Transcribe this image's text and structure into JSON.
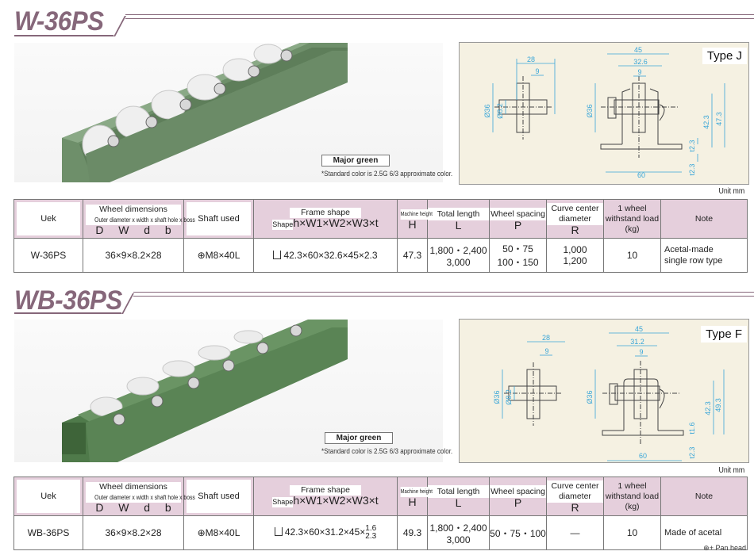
{
  "sections": [
    {
      "title": "W-36PS",
      "color_label": "Major green",
      "color_note": "*Standard color is 2.5G 6/3 approximate color.",
      "drawing": {
        "type_label": "Type J",
        "left_view": {
          "width": "28",
          "wheel_width": "9",
          "outer_dia": "Ø36",
          "shaft_hole": "Ø8.2"
        },
        "right_view": {
          "w3": "45",
          "w2": "32.6",
          "wheel_width": "9",
          "outer_dia": "Ø36",
          "h": "42.3",
          "H": "47.3",
          "t_top": "t2.3",
          "t_bottom": "t2.3",
          "w1": "60"
        }
      },
      "unit": "Unit mm",
      "table": {
        "headers": {
          "model": "Uek",
          "wheel_dim_title": "Wheel dimensions",
          "wheel_dim_sub": "Outer diameter x width x shaft hole x boss",
          "wheel_dim_symbols": [
            "D",
            "W",
            "d",
            "b"
          ],
          "shaft": "Shaft used",
          "frame_title": "Frame shape",
          "frame_shape_label": "Shape",
          "frame_formula": "h×W1×W2×W3×t",
          "machine_height": "Machine height",
          "machine_height_sym": "H",
          "total_length": "Total length",
          "total_length_sym": "L",
          "wheel_spacing": "Wheel spacing",
          "wheel_spacing_sym": "P",
          "curve_title": "Curve center diameter",
          "curve_sym": "R",
          "load": "1 wheel withstand load (kg)",
          "note": "Note"
        },
        "row": {
          "model": "W-36PS",
          "wheel_dims": "36×9×8.2×28",
          "shaft": "⊕M8×40L",
          "frame": "42.3×60×32.6×45×2.3",
          "frame_t_alt": "",
          "height": "47.3",
          "length_1": "1,800・2,400",
          "length_2": "3,000",
          "spacing_1": "50・75",
          "spacing_2": "100・150",
          "curve_1": "1,000",
          "curve_2": "1,200",
          "load": "10",
          "note_1": "Acetal-made",
          "note_2": "single row type"
        }
      }
    },
    {
      "title": "WB-36PS",
      "color_label": "Major green",
      "color_note": "*Standard color is 2.5G 6/3 approximate color.",
      "drawing": {
        "type_label": "Type F",
        "left_view": {
          "width": "28",
          "wheel_width": "9",
          "outer_dia": "Ø36",
          "shaft_hole": "Ø8.2"
        },
        "right_view": {
          "w3": "45",
          "w2": "31.2",
          "wheel_width": "9",
          "outer_dia": "Ø36",
          "h": "42.3",
          "H": "49.3",
          "t_top": "t1.6",
          "t_bottom": "t2.3",
          "w1": "60"
        }
      },
      "unit": "Unit mm",
      "table": {
        "headers": {
          "model": "Uek",
          "wheel_dim_title": "Wheel dimensions",
          "wheel_dim_sub": "Outer diameter x width x shaft hole x boss",
          "wheel_dim_symbols": [
            "D",
            "W",
            "d",
            "b"
          ],
          "shaft": "Shaft used",
          "frame_title": "Frame shape",
          "frame_shape_label": "Shape",
          "frame_formula": "h×W1×W2×W3×t",
          "machine_height": "Machine height",
          "machine_height_sym": "H",
          "total_length": "Total length",
          "total_length_sym": "L",
          "wheel_spacing": "Wheel spacing",
          "wheel_spacing_sym": "P",
          "curve_title": "Curve center diameter",
          "curve_sym": "R",
          "load": "1 wheel withstand load (kg)",
          "note": "Note"
        },
        "row": {
          "model": "WB-36PS",
          "wheel_dims": "36×9×8.2×28",
          "shaft": "⊕M8×40L",
          "frame": "42.3×60×31.2×45×",
          "frame_t_top": "1.6",
          "frame_t_bottom": "2.3",
          "height": "49.3",
          "length_1": "1,800・2,400",
          "length_2": "3,000",
          "spacing_1": "50・75・100",
          "curve_1": "—",
          "load": "10",
          "note_1": "Made of acetal"
        }
      }
    }
  ],
  "footnote": "⊕+ Pan head",
  "colors": {
    "accent": "#86677a",
    "header_bg": "#e5cfdc",
    "drawing_bg": "#f5f1e2",
    "dimension": "#3aa6d8",
    "rail_green": "#6e8f6a"
  }
}
